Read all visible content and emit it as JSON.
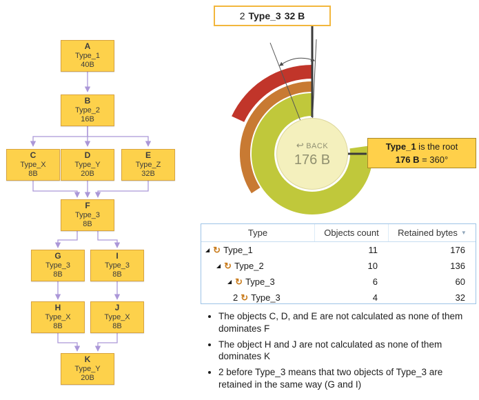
{
  "palette": {
    "node_fill": "#fdd14b",
    "node_border": "#d8a33e",
    "arrow": "#ab97d8",
    "sun_green": "#c0c83b",
    "sun_orange": "#c87a33",
    "sun_red": "#c1352a",
    "sun_center": "#f4f0bd",
    "sun_center_border": "#ddd79c",
    "callout_border": "#f2b63c",
    "callout_fill": "#ffd04a",
    "table_border": "#9dc3e6",
    "connector": "#3b3b3b"
  },
  "flowchart": {
    "nodes": [
      {
        "id": "A",
        "type": "Type_1",
        "size": "40B"
      },
      {
        "id": "B",
        "type": "Type_2",
        "size": "16B"
      },
      {
        "id": "C",
        "type": "Type_X",
        "size": "8B"
      },
      {
        "id": "D",
        "type": "Type_Y",
        "size": "20B"
      },
      {
        "id": "E",
        "type": "Type_Z",
        "size": "32B"
      },
      {
        "id": "F",
        "type": "Type_3",
        "size": "8B"
      },
      {
        "id": "G",
        "type": "Type_3",
        "size": "8B"
      },
      {
        "id": "I",
        "type": "Type_3",
        "size": "8B"
      },
      {
        "id": "H",
        "type": "Type_X",
        "size": "8B"
      },
      {
        "id": "J",
        "type": "Type_X",
        "size": "8B"
      },
      {
        "id": "K",
        "type": "Type_Y",
        "size": "20B"
      }
    ]
  },
  "callout_top": {
    "prefix": "2",
    "type_name": "Type_3",
    "value": "32 B"
  },
  "callout_root": {
    "bold_1": "Type_1",
    "rest_1": " is the root",
    "bold_2": "176 B",
    "rest_2": " = 360°"
  },
  "sunburst": {
    "back_icon": "↩",
    "back_label": "BACK",
    "center_value": "176 B",
    "root_name": "Type_1",
    "root_retained_bytes": 176,
    "segments": [
      {
        "name": "Type_2",
        "retained_bytes": 136,
        "sweep_degrees": 278
      },
      {
        "name": "Type_3",
        "retained_bytes": 60,
        "sweep_degrees": 123
      },
      {
        "name": "2 Type_3",
        "retained_bytes": 32,
        "sweep_degrees": 65
      }
    ]
  },
  "table": {
    "columns": [
      "Type",
      "Objects count",
      "Retained bytes"
    ],
    "sort_icon": "▼",
    "type_icon": "↻",
    "rows": [
      {
        "expander": "◢",
        "prefix": "",
        "name": "Type_1",
        "objects_count": "11",
        "retained_bytes": "176"
      },
      {
        "expander": "◢",
        "prefix": "",
        "name": "Type_2",
        "objects_count": "10",
        "retained_bytes": "136"
      },
      {
        "expander": "◢",
        "prefix": "",
        "name": "Type_3",
        "objects_count": "6",
        "retained_bytes": "60"
      },
      {
        "expander": "",
        "prefix": "2",
        "name": "Type_3",
        "objects_count": "4",
        "retained_bytes": "32"
      }
    ]
  },
  "notes": [
    "The objects C, D, and E are not calculated as none of them dominates F",
    "The object H and J are not calculated as none of them dominates K",
    "2 before Type_3 means that two objects of Type_3 are retained in the same way (G and I)"
  ]
}
